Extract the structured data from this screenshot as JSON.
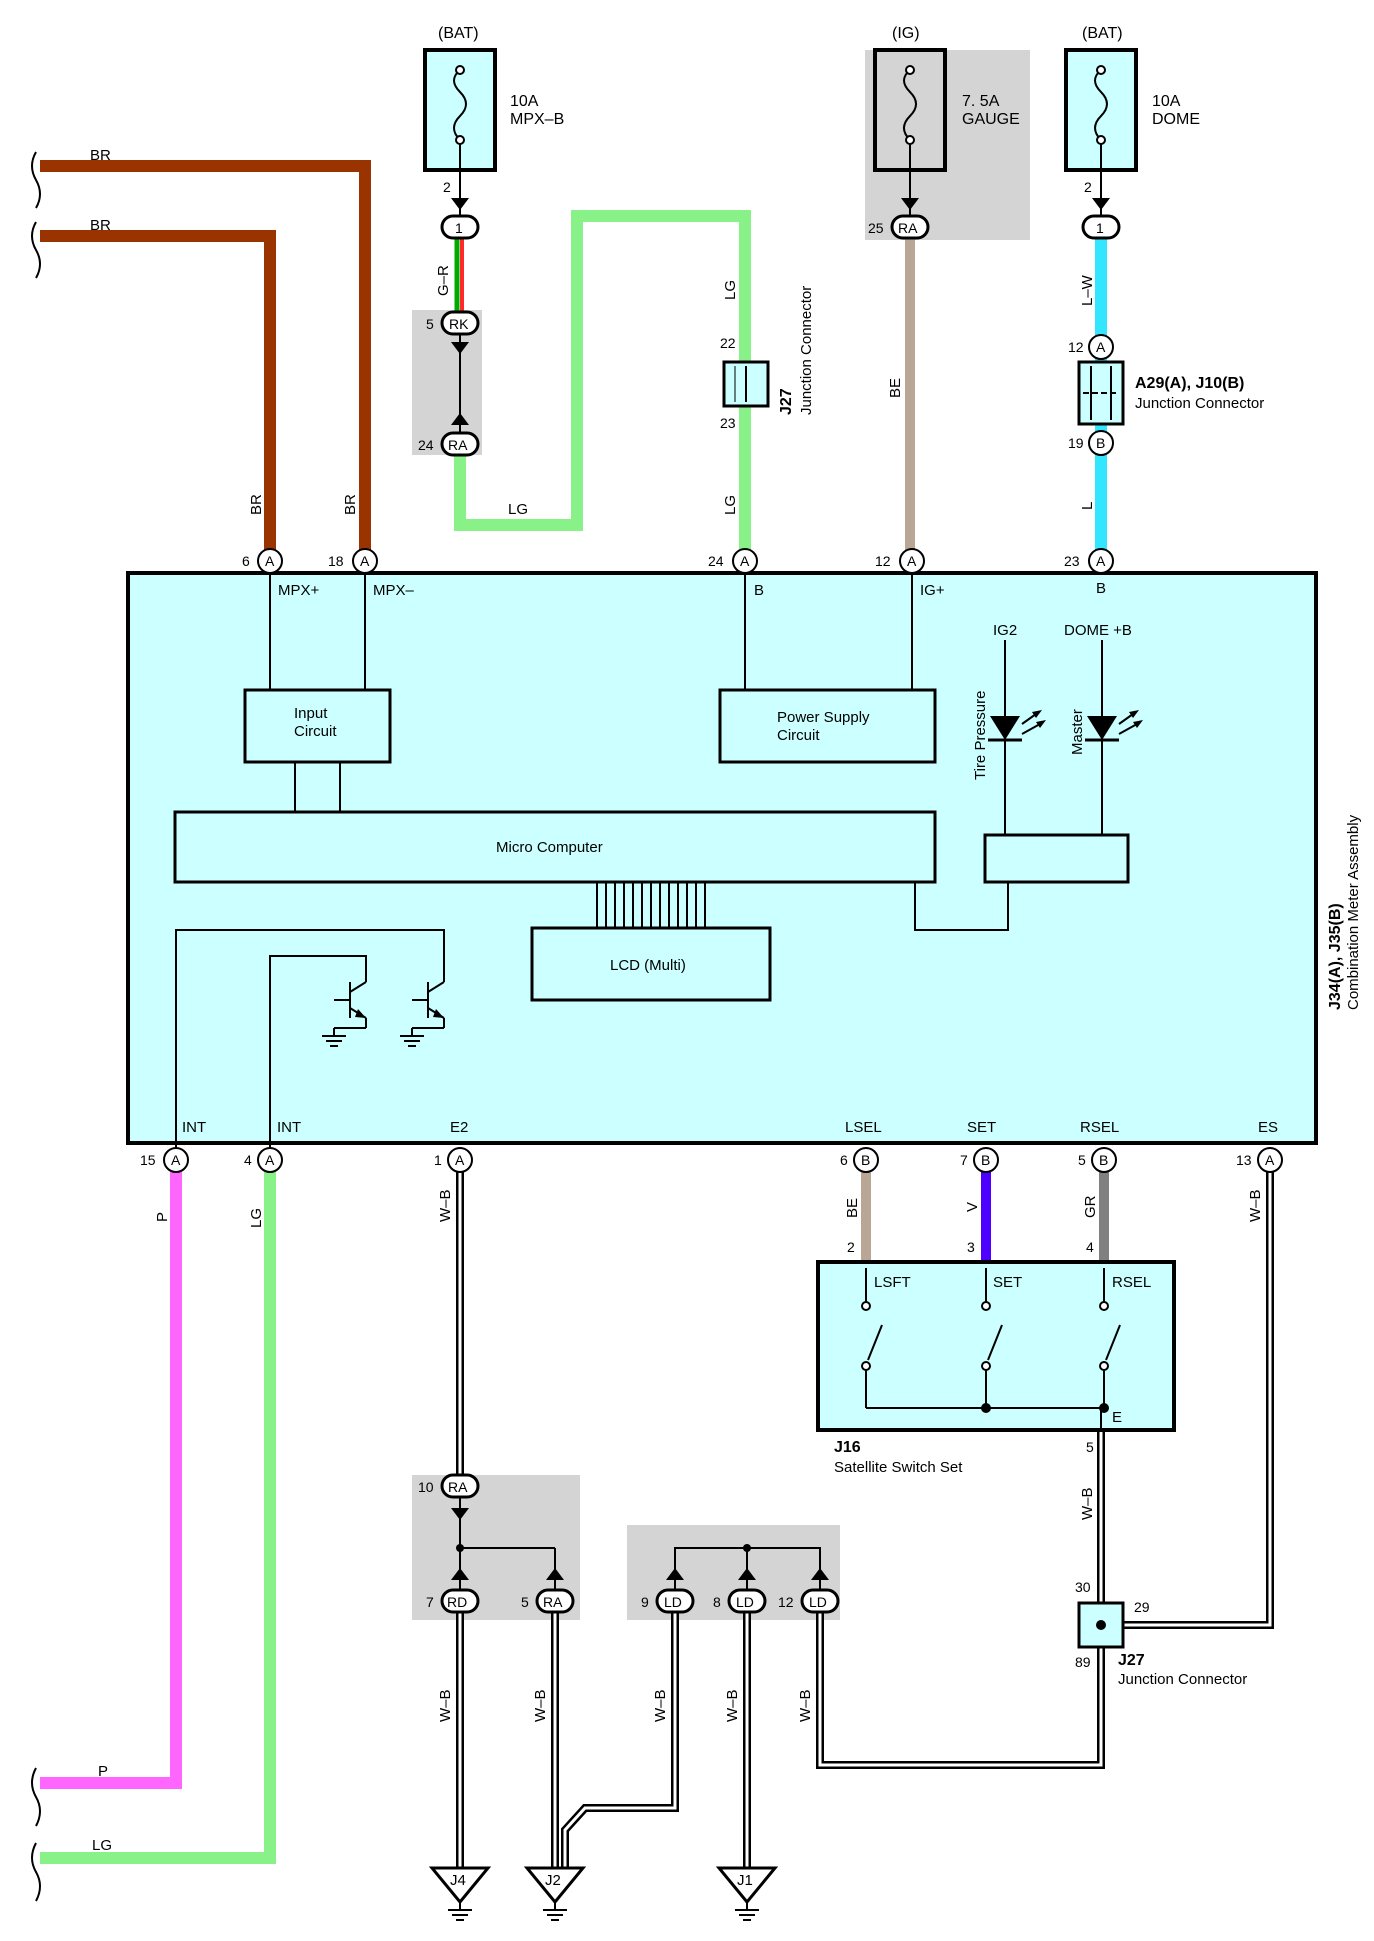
{
  "colors": {
    "BR": "#993300",
    "LG": "#88f288",
    "P": "#ff66ff",
    "L": "#33e6ff",
    "BE": "#baa694",
    "V": "#4d00ff",
    "GR": "#808080",
    "G_R_green": "#00aa00",
    "G_R_red": "#ff2a2a",
    "box_fill": "#ccffff",
    "gray_area": "#d4d4d4"
  },
  "power": {
    "mpxb": {
      "source": "(BAT)",
      "amp": "10A",
      "name": "MPX–B"
    },
    "gauge": {
      "source": "(IG)",
      "amp": "7. 5A",
      "name": "GAUGE"
    },
    "dome": {
      "source": "(BAT)",
      "amp": "10A",
      "name": "DOME"
    }
  },
  "wires": {
    "BR": "BR",
    "LG": "LG",
    "P": "P",
    "GR_label": "G–R",
    "BE": "BE",
    "LW": "L–W",
    "L": "L",
    "V": "V",
    "GR": "GR",
    "WB": "W–B"
  },
  "connectors": {
    "A": "A",
    "B": "B",
    "RK": "RK",
    "RA": "RA",
    "RD": "RD",
    "LD": "LD",
    "one": "1"
  },
  "pins": {
    "p2": "2",
    "p5": "5",
    "p24": "24",
    "p25": "25",
    "p12": "12",
    "p19": "19",
    "p22": "22",
    "p23": "23",
    "p6": "6",
    "p18": "18",
    "p15": "15",
    "p4": "4",
    "p1": "1",
    "p7": "7",
    "p13": "13",
    "p3": "3",
    "p10": "10",
    "p9": "9",
    "p8": "8",
    "p30": "30",
    "p29": "29",
    "p89": "89"
  },
  "junctions": {
    "j27_top": {
      "id": "J27",
      "label": "Junction Connector"
    },
    "a29": {
      "id": "A29(A), J10(B)",
      "label": "Junction Connector"
    },
    "j27_bottom": {
      "id": "J27",
      "label": "Junction Connector"
    }
  },
  "meter": {
    "id": "J34(A), J35(B)",
    "name": "Combination Meter Assembly",
    "terminals": {
      "mpx_plus": "MPX+",
      "mpx_minus": "MPX–",
      "b": "B",
      "ig_plus": "IG+",
      "int": "INT",
      "e2": "E2",
      "lsel": "LSEL",
      "set": "SET",
      "rsel": "RSEL",
      "es": "ES"
    },
    "input_circuit": [
      "Input",
      "Circuit"
    ],
    "power_supply": [
      "Power Supply",
      "Circuit"
    ],
    "micro": "Micro Computer",
    "lcd": "LCD (Multi)",
    "ig2": "IG2",
    "dome_b": "DOME +B",
    "tire_pressure": "Tire Pressure",
    "master": "Master"
  },
  "satellite": {
    "id": "J16",
    "name": "Satellite Switch Set",
    "lsft": "LSFT",
    "set": "SET",
    "rsel": "RSEL",
    "e": "E"
  },
  "grounds": {
    "j4": "J4",
    "j2": "J2",
    "j1": "J1"
  }
}
